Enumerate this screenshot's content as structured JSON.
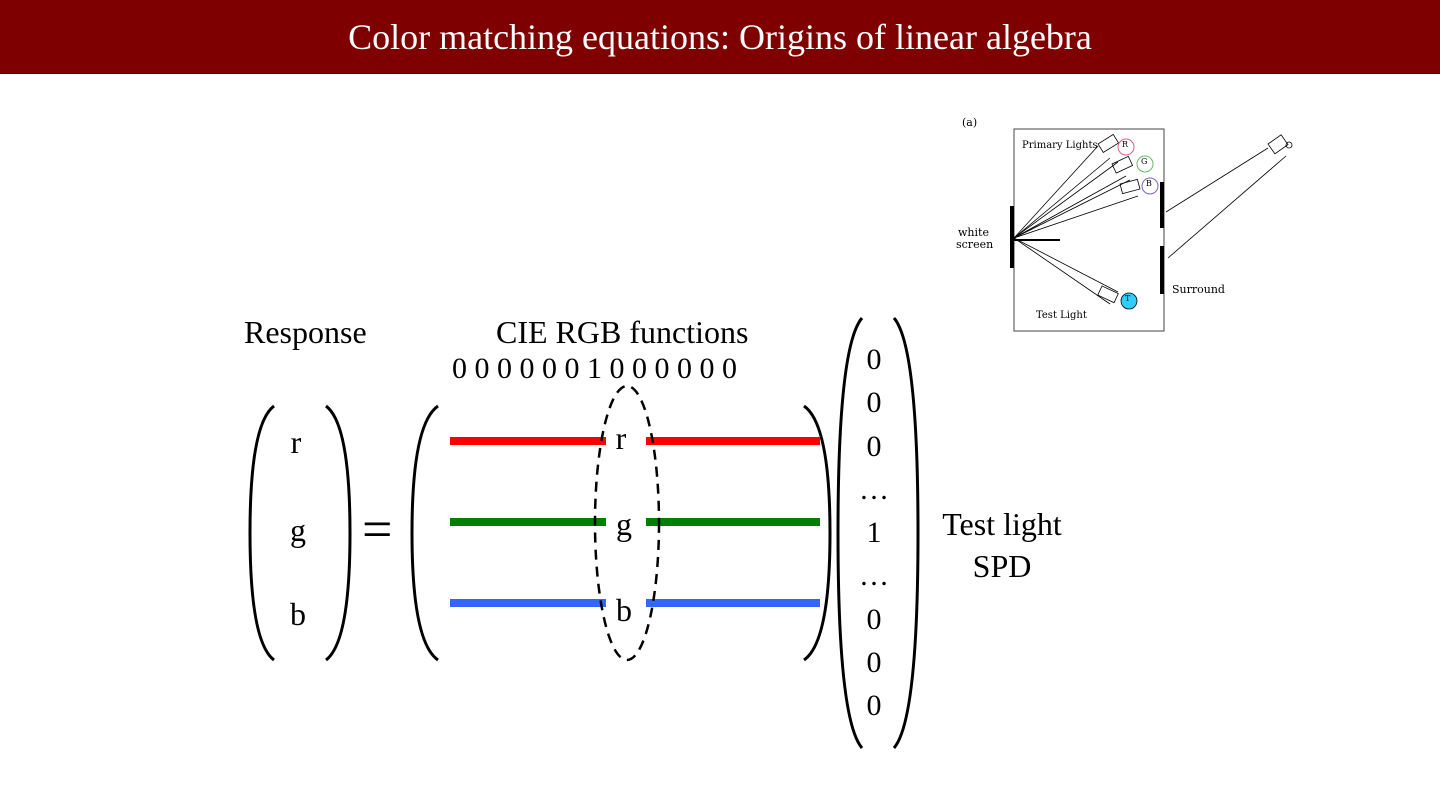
{
  "title": "Color matching equations:  Origins of linear algebra",
  "labels": {
    "response": "Response",
    "cie_rgb": "CIE RGB functions",
    "test_light": "Test light",
    "spd": "SPD",
    "equals": "="
  },
  "index_row": "0 0 0 0 0 0 1 0 0 0 0 0 0",
  "response_vector": [
    "r",
    "g",
    "b"
  ],
  "matrix_rows": [
    {
      "letter": "r",
      "color": "#ff0000"
    },
    {
      "letter": "g",
      "color": "#008000"
    },
    {
      "letter": "b",
      "color": "#3366ff"
    }
  ],
  "spd_vector": [
    "0",
    "0",
    "0",
    "…",
    "1",
    "…",
    "0",
    "0",
    "0"
  ],
  "apparatus": {
    "panel_label": "(a)",
    "primary_lights": "Primary Lights",
    "white": "white",
    "screen": "screen",
    "test_light": "Test Light",
    "surround": "Surround",
    "lamp_r": "R",
    "lamp_g": "G",
    "lamp_b": "B",
    "lamp_t": "T"
  },
  "colors": {
    "title_bar": "#7f0000",
    "title_text": "#ffffff",
    "red": "#ff0000",
    "green": "#008000",
    "blue": "#3366ff",
    "lamp_t_fill": "#33ccff"
  }
}
